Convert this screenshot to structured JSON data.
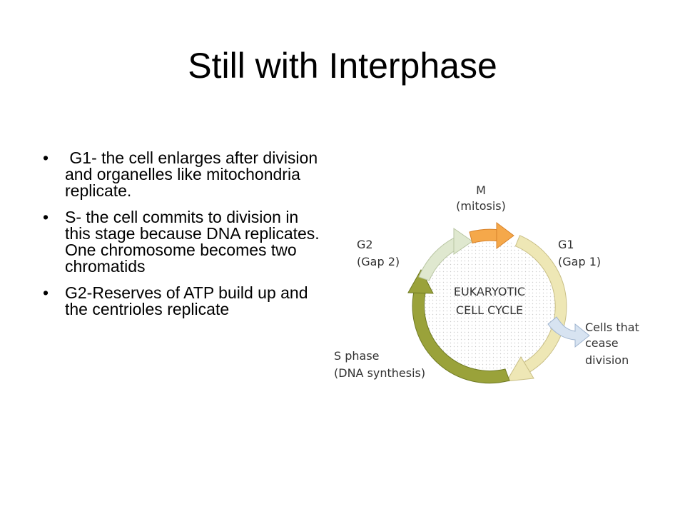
{
  "slide": {
    "title": "Still with Interphase",
    "bullets": [
      {
        "text": " G1- the cell enlarges after division and organelles like mitochondria replicate."
      },
      {
        "text": "S- the cell commits to division in this stage because DNA replicates. One chromosome becomes two chromatids"
      },
      {
        "text": "G2-Reserves of ATP build up and the centrioles replicate"
      }
    ],
    "bullet_glyph": "•"
  },
  "diagram": {
    "center_line1": "EUKARYOTIC",
    "center_line2": "CELL CYCLE",
    "m_label": "M",
    "m_sub": "(mitosis)",
    "g1_label": "G1",
    "g1_sub": "(Gap 1)",
    "g2_label": "G2",
    "g2_sub": "(Gap 2)",
    "s_label": "S phase",
    "s_sub": "(DNA synthesis)",
    "exit_line1": "Cells that",
    "exit_line2": "cease",
    "exit_line3": "division",
    "colors": {
      "m_phase": "#f5a84a",
      "g1_phase": "#eee7b5",
      "s_phase": "#9aa23a",
      "g2_phase": "#dfe8cf",
      "exit_arrow": "#d7e3f1",
      "dots": "#c9c9c9"
    }
  }
}
